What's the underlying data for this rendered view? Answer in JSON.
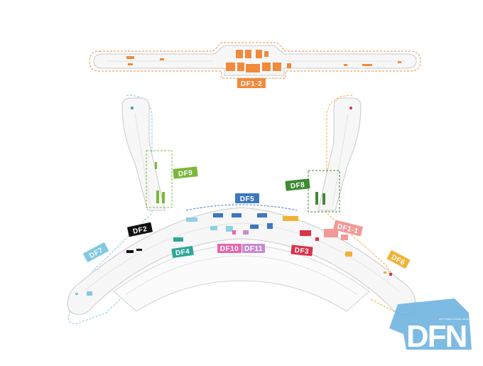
{
  "zones": [
    {
      "id": "DF1-2",
      "label": "DF1-2",
      "color": "#f08a3c"
    },
    {
      "id": "DF9",
      "label": "DF9",
      "color": "#7ab83a"
    },
    {
      "id": "DF8",
      "label": "DF8",
      "color": "#3f8a35"
    },
    {
      "id": "DF5",
      "label": "DF5",
      "color": "#3d77bf"
    },
    {
      "id": "DF2",
      "label": "DF2",
      "color": "#111111"
    },
    {
      "id": "DF7",
      "label": "DF7",
      "color": "#7fc9e2"
    },
    {
      "id": "DF4",
      "label": "DF4",
      "color": "#2fa79a"
    },
    {
      "id": "DF10",
      "label": "DF10",
      "color": "#e667ae"
    },
    {
      "id": "DF11",
      "label": "DF11",
      "color": "#c98ad2"
    },
    {
      "id": "DF3",
      "label": "DF3",
      "color": "#d8344a"
    },
    {
      "id": "DF1-1",
      "label": "DF1-1",
      "color": "#f19a98"
    },
    {
      "id": "DF6",
      "label": "DF6",
      "color": "#f0b236"
    }
  ],
  "logo": {
    "letters": "DFN",
    "tagline": "DUTY FREE & TRAVEL RETAIL NEWS",
    "color": "#6fb4e0"
  },
  "colors": {
    "terminal_fill": "#f7f7f7",
    "terminal_stroke": "#cfcfcf",
    "corridor": "#e9e9e9"
  }
}
